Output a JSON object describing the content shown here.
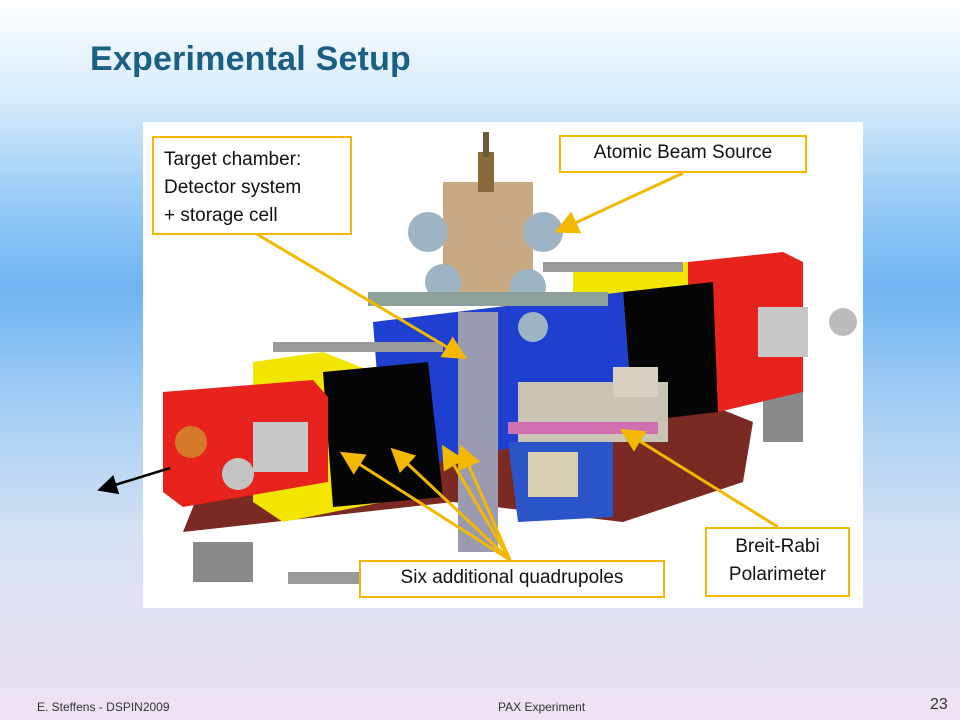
{
  "slide": {
    "title": "Experimental Setup",
    "page_number": "23"
  },
  "callouts": {
    "target_chamber": [
      "Target chamber:",
      "Detector system",
      "+ storage cell"
    ],
    "atomic_beam_source": "Atomic Beam Source",
    "quadrupoles": "Six additional quadrupoles",
    "polarimeter": [
      "Breit-Rabi",
      "Polarimeter"
    ]
  },
  "footer": {
    "author": "E. Steffens  -  DSPIN2009",
    "center": "PAX Experiment"
  },
  "colors": {
    "title": "#1b5e86",
    "callout_border": "#f5b800",
    "arrow": "#f5b800",
    "magnet_red": "#e8221c",
    "quadrupole_yellow": "#f2e600",
    "coil_black": "#050505",
    "frame_blue": "#1f3fd0"
  }
}
